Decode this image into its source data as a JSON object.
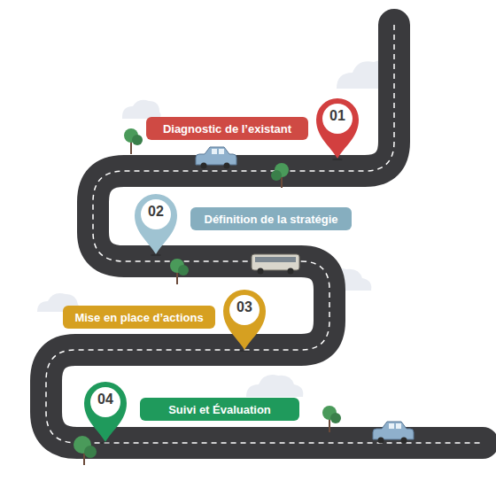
{
  "diagram": {
    "nodes": [
      {
        "text": [
          "Diagnostic de l’existant"
        ]
      },
      {
        "text": [
          "01"
        ]
      },
      {
        "text": [
          "02"
        ]
      },
      {
        "text": [
          "Définition de la stratégie"
        ]
      },
      {
        "text": [
          "Mise en place d’actions"
        ]
      },
      {
        "text": [
          "03"
        ]
      },
      {
        "text": [
          "04"
        ]
      },
      {
        "text": [
          "Suivi et Évaluation"
        ]
      }
    ]
  }
}
